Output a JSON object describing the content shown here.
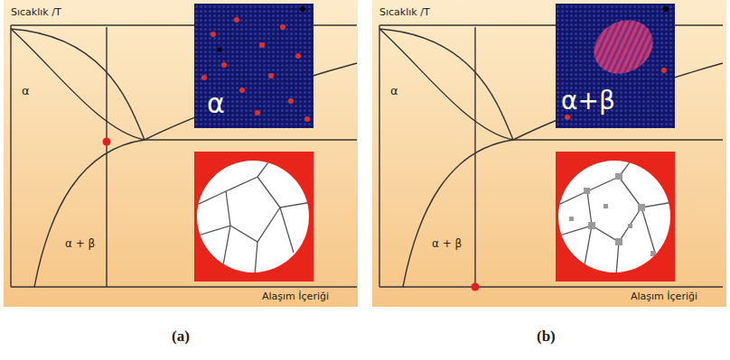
{
  "diagram": {
    "nodes": [
      {
        "text": [
          "α"
        ]
      },
      {
        "text": [
          "α+β"
        ]
      }
    ],
    "labels": [
      "Sıcaklık /T",
      "α",
      "α + β",
      "Alaşım İçeriği",
      "(a)",
      "Sıcaklık /T",
      "α",
      "α + β",
      "Alaşım İçeriği",
      "(b)"
    ]
  }
}
